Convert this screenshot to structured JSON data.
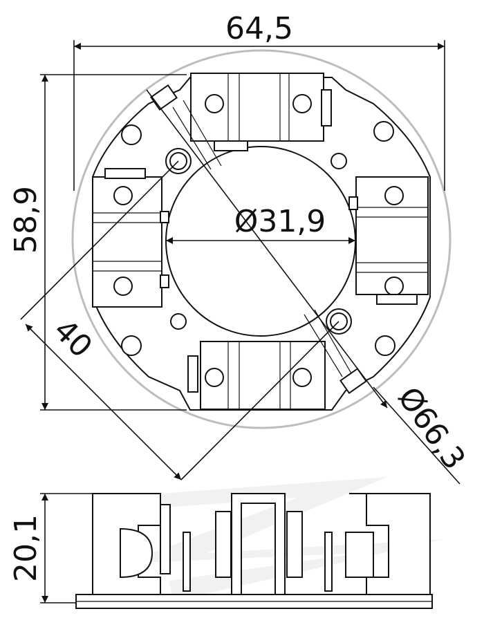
{
  "dimensions": {
    "width": "64,5",
    "height": "58,9",
    "inner_diameter": "Ø31,9",
    "hole_distance": "40",
    "outer_diameter": "Ø66,3",
    "side_height": "20,1"
  }
}
